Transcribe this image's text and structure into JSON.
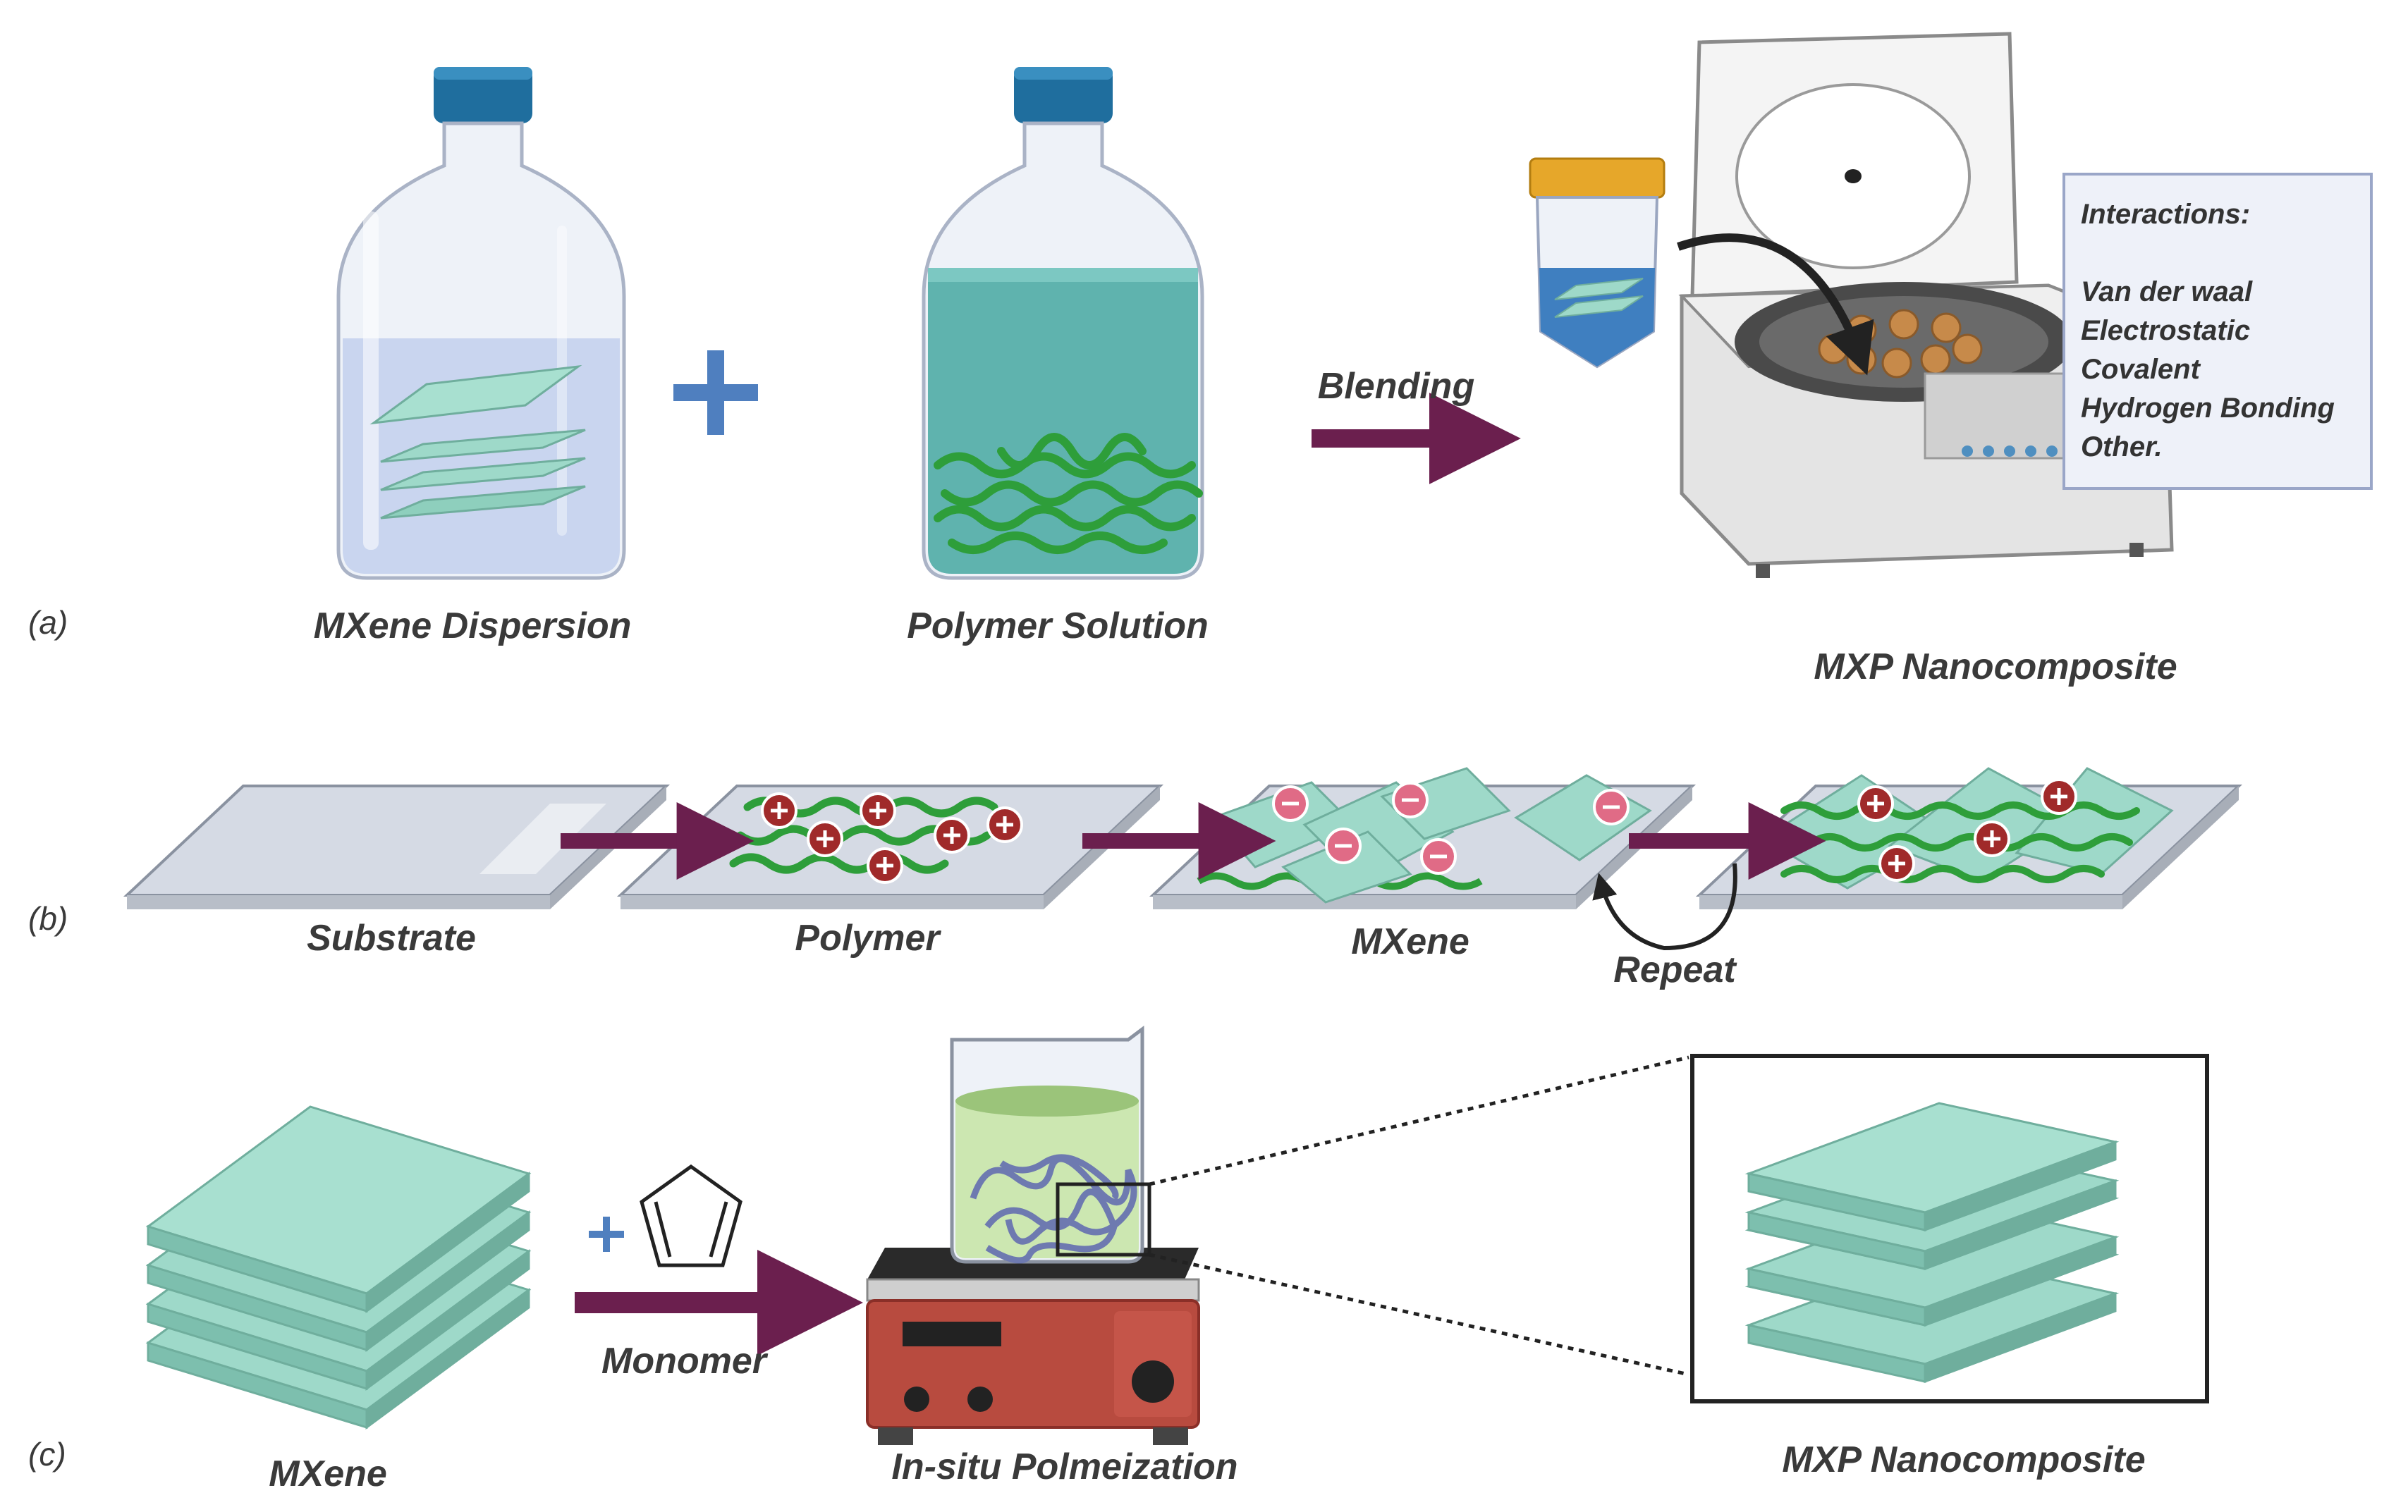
{
  "panels": {
    "a": "(a)",
    "b": "(b)",
    "c": "(c)"
  },
  "row_a": {
    "mxene_dispersion": "MXene Dispersion",
    "polymer_solution": "Polymer Solution",
    "blending": "Blending",
    "mxp_nanocomposite": "MXP Nanocomposite",
    "interactions": {
      "title": "Interactions:",
      "items": [
        "Van der waal",
        "Electrostatic",
        "Covalent",
        "Hydrogen Bonding",
        "Other."
      ]
    }
  },
  "row_b": {
    "substrate": "Substrate",
    "polymer": "Polymer",
    "mxene": "MXene",
    "repeat": "Repeat"
  },
  "row_c": {
    "mxene": "MXene",
    "monomer": "Monomer",
    "in_situ": "In-situ Polmeization",
    "mxp_nanocomposite": "MXP Nanocomposite"
  },
  "colors": {
    "mxene_sheet": "#9ed9c9",
    "polymer_chain": "#2e9e3a",
    "arrow": "#6b1f4e",
    "bottle_cap": "#1f6e9e",
    "positive_charge": "#a02a2a",
    "negative_charge": "#e06b86",
    "hotplate": "#b84b3f"
  }
}
